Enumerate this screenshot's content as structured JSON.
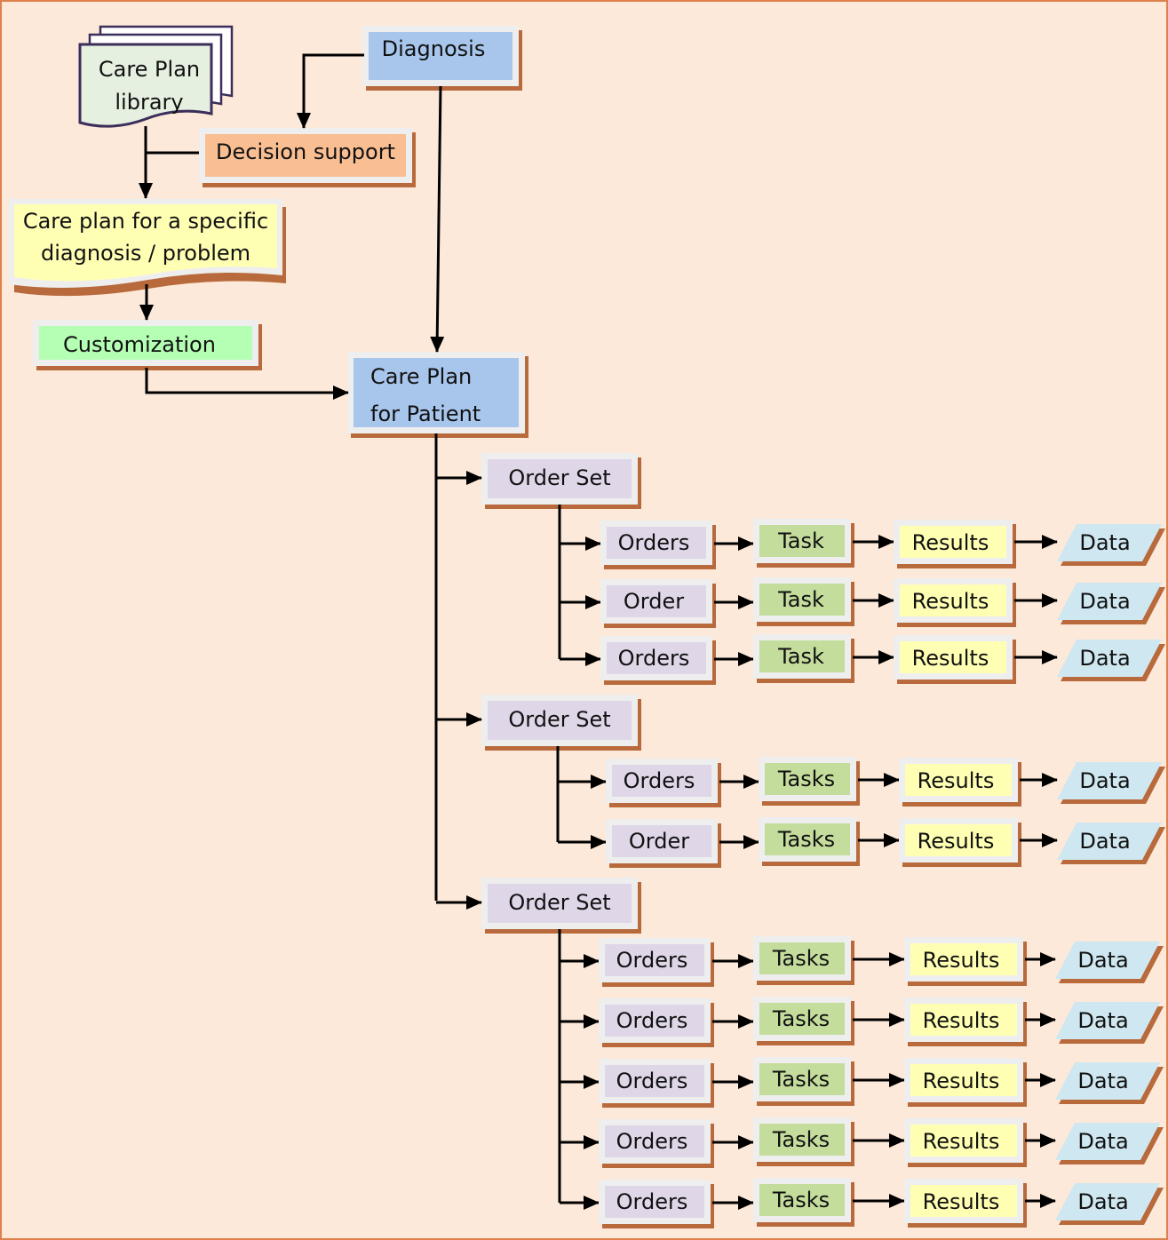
{
  "title": "Care plan workflow diagram",
  "colors": {
    "background": "#fde9d9",
    "frame": "#e0804a",
    "box_outer": "#eeeeee",
    "shadow": "#b86a3c",
    "diagnosis": "#a8c6ec",
    "decision_support": "#f9be92",
    "care_plan_specific": "#ffffb4",
    "customization": "#b4ffb4",
    "order_set": "#dfd6e8",
    "order": "#dfd6e8",
    "task": "#c4dc9c",
    "results": "#ffffb4",
    "data": "#cfe7f0",
    "library_fill": "#e6f0e0",
    "arrow": "#000000"
  },
  "nodes": {
    "library": {
      "line1": "Care Plan",
      "line2": "library"
    },
    "diagnosis": {
      "label": "Diagnosis"
    },
    "decision_support": {
      "label": "Decision support"
    },
    "care_plan_specific": {
      "line1": "Care plan for a specific",
      "line2": "diagnosis / problem"
    },
    "customization": {
      "label": "Customization"
    },
    "care_plan_patient": {
      "line1": "Care Plan",
      "line2": "for Patient"
    }
  },
  "order_sets": [
    {
      "label": "Order Set",
      "rows": [
        {
          "order": "Orders",
          "task": "Task",
          "results": "Results",
          "data": "Data"
        },
        {
          "order": "Order",
          "task": "Task",
          "results": "Results",
          "data": "Data"
        },
        {
          "order": "Orders",
          "task": "Task",
          "results": "Results",
          "data": "Data"
        }
      ]
    },
    {
      "label": "Order Set",
      "rows": [
        {
          "order": "Orders",
          "task": "Tasks",
          "results": "Results",
          "data": "Data"
        },
        {
          "order": "Order",
          "task": "Tasks",
          "results": "Results",
          "data": "Data"
        }
      ]
    },
    {
      "label": "Order Set",
      "rows": [
        {
          "order": "Orders",
          "task": "Tasks",
          "results": "Results",
          "data": "Data"
        },
        {
          "order": "Orders",
          "task": "Tasks",
          "results": "Results",
          "data": "Data"
        },
        {
          "order": "Orders",
          "task": "Tasks",
          "results": "Results",
          "data": "Data"
        },
        {
          "order": "Orders",
          "task": "Tasks",
          "results": "Results",
          "data": "Data"
        },
        {
          "order": "Orders",
          "task": "Tasks",
          "results": "Results",
          "data": "Data"
        }
      ]
    }
  ]
}
